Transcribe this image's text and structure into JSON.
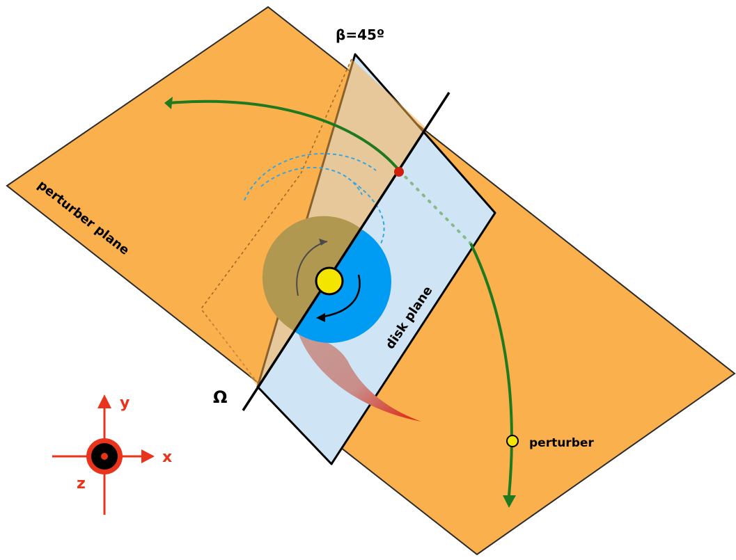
{
  "labels": {
    "beta": "β=45º",
    "perturber_plane": "perturber plane",
    "disk_plane": "disk plane",
    "omega": "Ω",
    "perturber": "perturber"
  },
  "axes": {
    "x": "x",
    "y": "y",
    "z": "z"
  },
  "colors": {
    "perturber_plane": "#fbb04e",
    "disk_plane": "#cfe5f5",
    "outline": "#2b2b2b",
    "orbit": "#1f7a1f",
    "disk_inner": "#009cf3",
    "disk_outer_shaded": "#b19851",
    "star": "#f3e500",
    "node_point": "#cc1f0e",
    "axes": "#e8341c",
    "dashed_arcs": "#36a6e0",
    "tail": "#e0200a"
  }
}
